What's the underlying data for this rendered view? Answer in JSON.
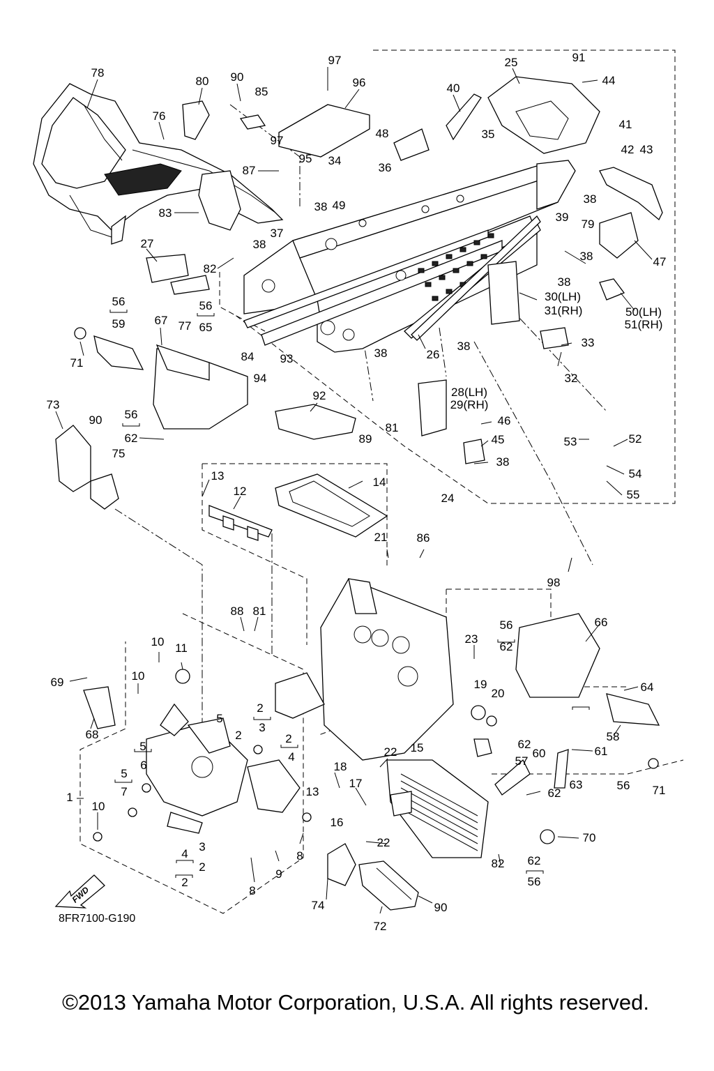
{
  "diagram_code": "8FR7100-G190",
  "copyright": "©2013 Yamaha Motor Corporation, U.S.A. All rights reserved.",
  "fwd_label": "FWD",
  "callouts": [
    {
      "label": "78"
    },
    {
      "label": "80"
    },
    {
      "label": "90"
    },
    {
      "label": "85"
    },
    {
      "label": "97"
    },
    {
      "label": "96"
    },
    {
      "label": "40"
    },
    {
      "label": "25"
    },
    {
      "label": "91"
    },
    {
      "label": "44"
    },
    {
      "label": "76"
    },
    {
      "label": "97"
    },
    {
      "label": "95"
    },
    {
      "label": "34"
    },
    {
      "label": "36"
    },
    {
      "label": "48"
    },
    {
      "label": "35"
    },
    {
      "label": "41"
    },
    {
      "label": "42"
    },
    {
      "label": "43"
    },
    {
      "label": "87"
    },
    {
      "label": "38"
    },
    {
      "label": "49"
    },
    {
      "label": "38"
    },
    {
      "label": "39"
    },
    {
      "label": "83"
    },
    {
      "label": "37"
    },
    {
      "label": "38"
    },
    {
      "label": "79"
    },
    {
      "label": "27"
    },
    {
      "label": "38"
    },
    {
      "label": "47"
    },
    {
      "label": "82"
    },
    {
      "label": "38"
    },
    {
      "label": "30(LH)"
    },
    {
      "label": "31(RH)"
    },
    {
      "label": "56"
    },
    {
      "label": "59"
    },
    {
      "label": "67"
    },
    {
      "label": "77"
    },
    {
      "label": "56"
    },
    {
      "label": "65"
    },
    {
      "label": "50(LH)"
    },
    {
      "label": "51(RH)"
    },
    {
      "label": "71"
    },
    {
      "label": "38"
    },
    {
      "label": "33"
    },
    {
      "label": "84"
    },
    {
      "label": "38"
    },
    {
      "label": "26"
    },
    {
      "label": "93"
    },
    {
      "label": "32"
    },
    {
      "label": "94"
    },
    {
      "label": "28(LH)"
    },
    {
      "label": "29(RH)"
    },
    {
      "label": "73"
    },
    {
      "label": "92"
    },
    {
      "label": "90"
    },
    {
      "label": "56"
    },
    {
      "label": "62"
    },
    {
      "label": "46"
    },
    {
      "label": "81"
    },
    {
      "label": "89"
    },
    {
      "label": "45"
    },
    {
      "label": "53"
    },
    {
      "label": "52"
    },
    {
      "label": "75"
    },
    {
      "label": "38"
    },
    {
      "label": "54"
    },
    {
      "label": "13"
    },
    {
      "label": "14"
    },
    {
      "label": "12"
    },
    {
      "label": "24"
    },
    {
      "label": "55"
    },
    {
      "label": "21"
    },
    {
      "label": "86"
    },
    {
      "label": "98"
    },
    {
      "label": "88"
    },
    {
      "label": "81"
    },
    {
      "label": "56"
    },
    {
      "label": "62"
    },
    {
      "label": "66"
    },
    {
      "label": "23"
    },
    {
      "label": "10"
    },
    {
      "label": "11"
    },
    {
      "label": "69"
    },
    {
      "label": "10"
    },
    {
      "label": "19"
    },
    {
      "label": "20"
    },
    {
      "label": "64"
    },
    {
      "label": "5"
    },
    {
      "label": "2"
    },
    {
      "label": "3"
    },
    {
      "label": "68"
    },
    {
      "label": "2"
    },
    {
      "label": "2"
    },
    {
      "label": "4"
    },
    {
      "label": "58"
    },
    {
      "label": "5"
    },
    {
      "label": "6"
    },
    {
      "label": "22"
    },
    {
      "label": "15"
    },
    {
      "label": "62"
    },
    {
      "label": "57"
    },
    {
      "label": "60"
    },
    {
      "label": "61"
    },
    {
      "label": "5"
    },
    {
      "label": "7"
    },
    {
      "label": "18"
    },
    {
      "label": "13"
    },
    {
      "label": "17"
    },
    {
      "label": "62"
    },
    {
      "label": "63"
    },
    {
      "label": "56"
    },
    {
      "label": "71"
    },
    {
      "label": "1"
    },
    {
      "label": "10"
    },
    {
      "label": "16"
    },
    {
      "label": "8"
    },
    {
      "label": "22"
    },
    {
      "label": "70"
    },
    {
      "label": "3"
    },
    {
      "label": "4"
    },
    {
      "label": "2"
    },
    {
      "label": "2"
    },
    {
      "label": "9"
    },
    {
      "label": "82"
    },
    {
      "label": "62"
    },
    {
      "label": "56"
    },
    {
      "label": "8"
    },
    {
      "label": "74"
    },
    {
      "label": "90"
    },
    {
      "label": "72"
    }
  ]
}
